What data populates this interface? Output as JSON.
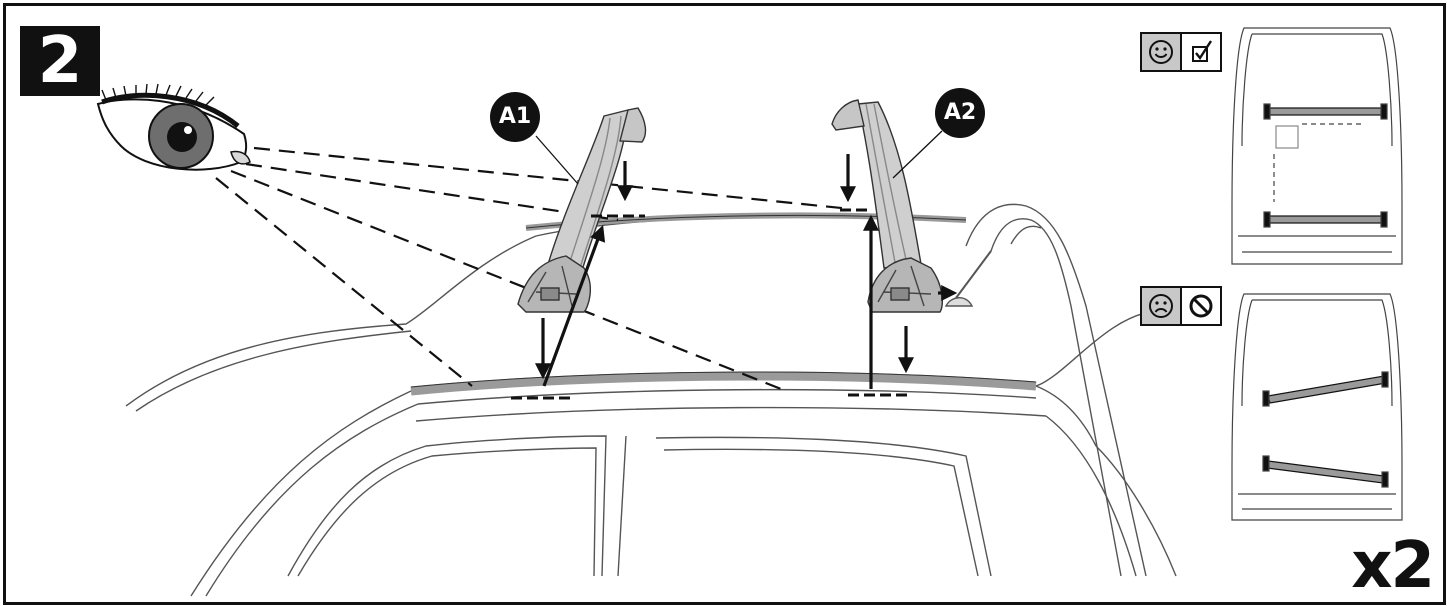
{
  "step": {
    "number": "2"
  },
  "callouts": {
    "a1": "A1",
    "a2": "A2"
  },
  "quantity": "x2",
  "status": {
    "correct": {
      "face_icon": "smiley-face-icon",
      "mark_icon": "checkbox-checked-icon"
    },
    "incorrect": {
      "face_icon": "sad-face-icon",
      "mark_icon": "prohibited-icon"
    }
  },
  "colors": {
    "ink": "#111111",
    "rail_gray": "#9a9a9a",
    "bar_gray": "#c9c9c9",
    "status_bg": "#c8c8c8"
  }
}
